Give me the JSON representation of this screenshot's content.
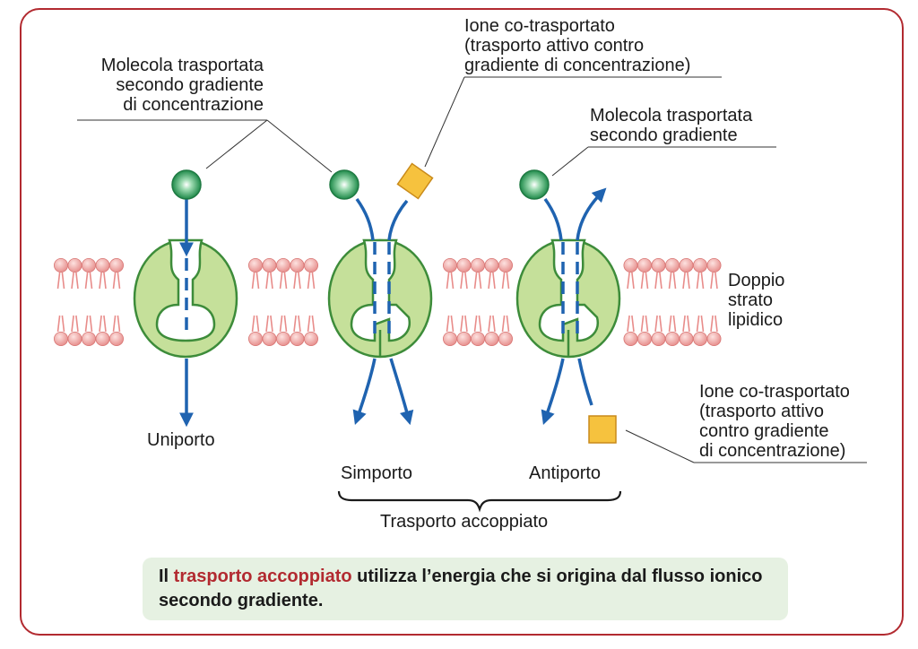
{
  "labels": {
    "molecola_gradiente": "Molecola trasportata\nsecondo gradiente\ndi concentrazione",
    "ione_top": "Ione co-trasportato\n(trasporto attivo contro\ngradiente di concentrazione)",
    "molecola_secondo": "Molecola trasportata\nsecondo gradiente",
    "doppio_strato": "Doppio\nstrato\nlipidico",
    "ione_bottom": "Ione co-trasportato\n(trasporto attivo\ncontro gradiente\ndi concentrazione)",
    "uniporto": "Uniporto",
    "simporto": "Simporto",
    "antiporto": "Antiporto",
    "trasporto_accoppiato": "Trasporto accoppiato"
  },
  "caption": {
    "prefix": "Il ",
    "highlight": "trasporto accoppiato",
    "rest": " utilizza l’energia che si origina dal flusso ionico secondo gradiente."
  },
  "colors": {
    "frame": "#b22a30",
    "highlight": "#b22a30",
    "arrow": "#1f63b0",
    "protein_fill": "#c5e09a",
    "protein_stroke": "#3d8c3a",
    "lipid_head": "#f2a6a4",
    "lipid_tail": "#e88c8a",
    "molecule": "#3aa860",
    "ion": "#f6c23e",
    "caption_bg": "#e6f1e2"
  }
}
